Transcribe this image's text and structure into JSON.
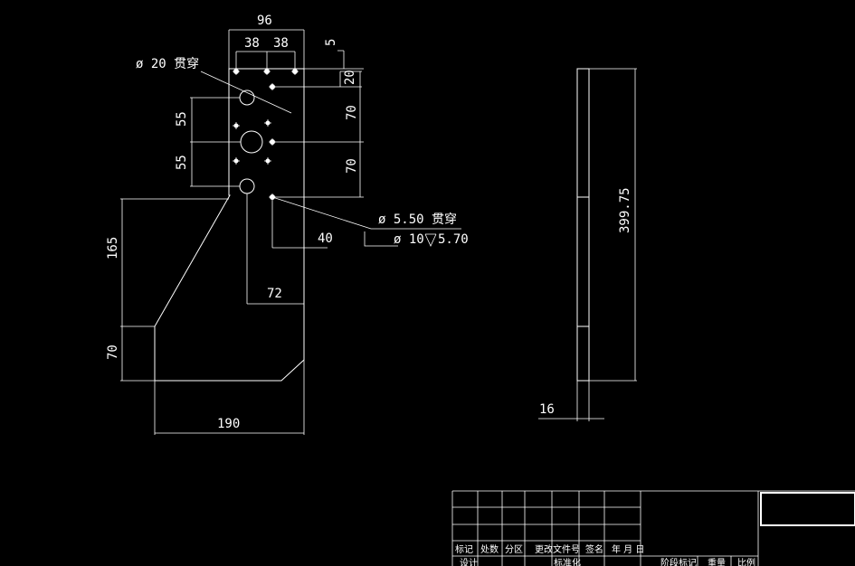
{
  "drawing": {
    "dims": {
      "top_width": "96",
      "hole_spacing_1": "38",
      "hole_spacing_2": "38",
      "edge_offset": "5",
      "top_row_offset": "20",
      "vertical_70_1": "70",
      "vertical_70_2": "70",
      "left_55_1": "55",
      "left_55_2": "55",
      "left_height_165": "165",
      "left_height_70": "70",
      "bottom_width": "190",
      "inner_72": "72",
      "small_40": "40",
      "side_length": "399.75",
      "side_thickness": "16"
    },
    "callouts": {
      "through_hole_20": "ø 20 贯穿",
      "through_hole_5_50": "ø 5.50 贯穿",
      "counterbore": "ø 10",
      "counterbore_depth": "5.70"
    }
  },
  "title_block": {
    "headers": [
      "标记",
      "处数",
      "分区",
      "更改文件号",
      "签名",
      "年 月 日"
    ],
    "row_design": "设计",
    "row_standard": "标准化",
    "row_stage_mark": "阶段标记",
    "row_weight": "重量",
    "row_scale": "比例"
  }
}
